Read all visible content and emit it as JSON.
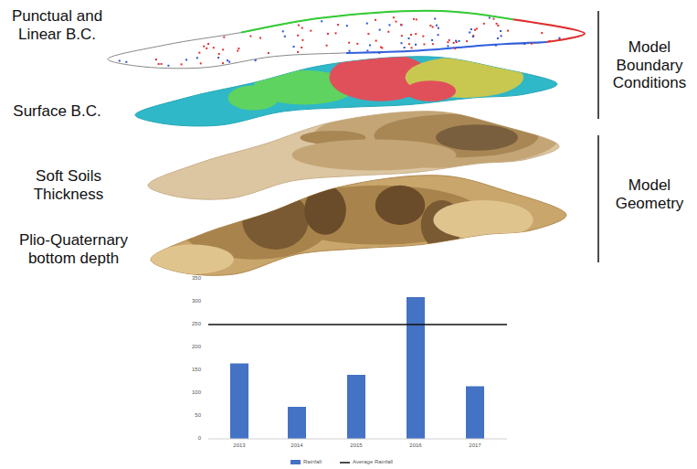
{
  "diagram": {
    "labels": [
      "Punctual and Linear B.C.",
      "Surface B.C.",
      "Soft Soils Thickness",
      "Plio-Quaternary bottom depth",
      "Model Boundary Conditions",
      "Model Geometry",
      "0",
      "50",
      "100",
      "150",
      "200",
      "250",
      "300",
      "350",
      "2013",
      "2014",
      "2015",
      "2016",
      "2017"
    ],
    "legend": [
      {
        "text": "Rainfall",
        "color": "#4472c4"
      },
      {
        "text": "Average Rainfall"
      }
    ]
  }
}
